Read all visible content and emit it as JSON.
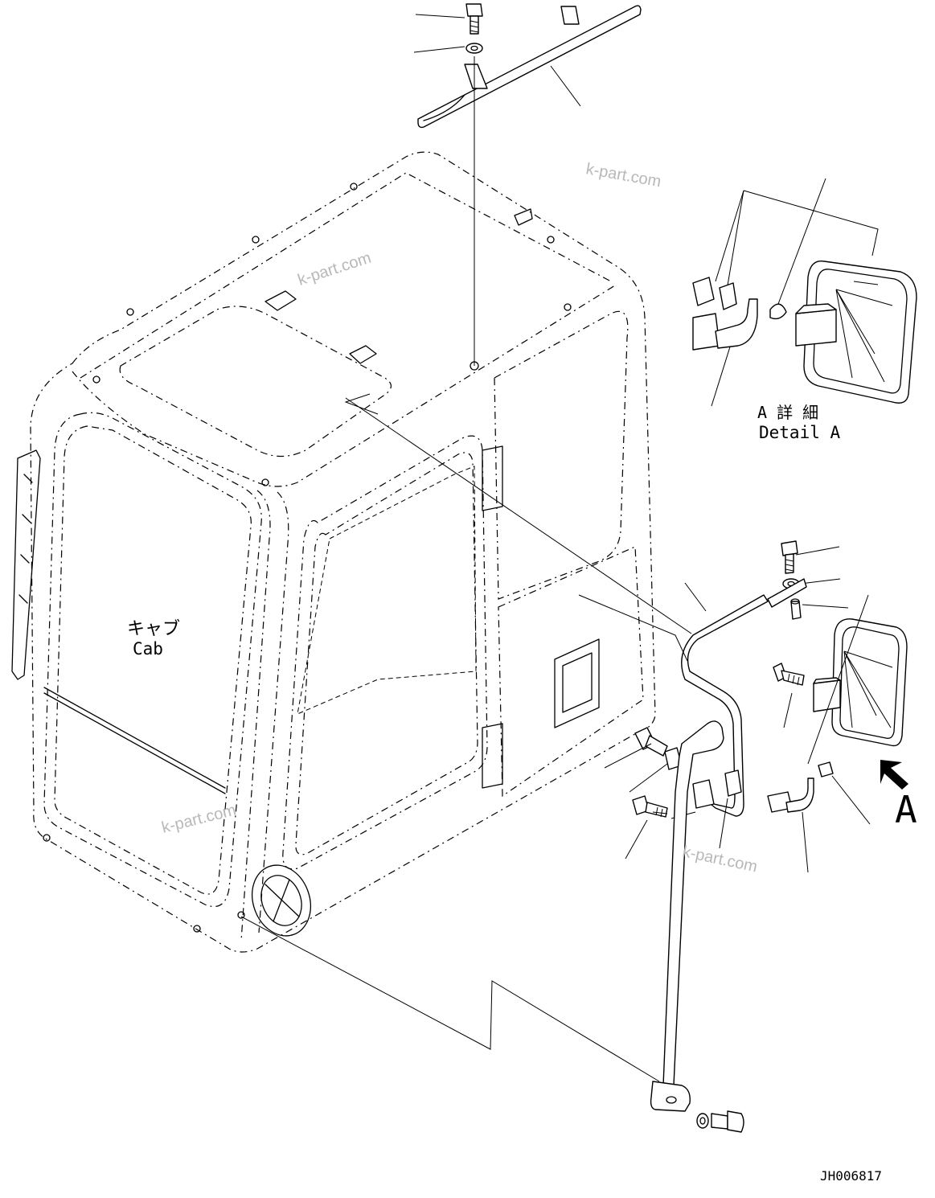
{
  "labels": {
    "cab_jp": "キャブ",
    "cab_en": "Cab",
    "detail_jp": "A 詳 細",
    "detail_en": "Detail A",
    "view_arrow": "A",
    "drawing_no": "JH006817"
  },
  "watermarks": [
    "k-part.com",
    "k-part.com",
    "k-part.com",
    "k-part.com"
  ]
}
